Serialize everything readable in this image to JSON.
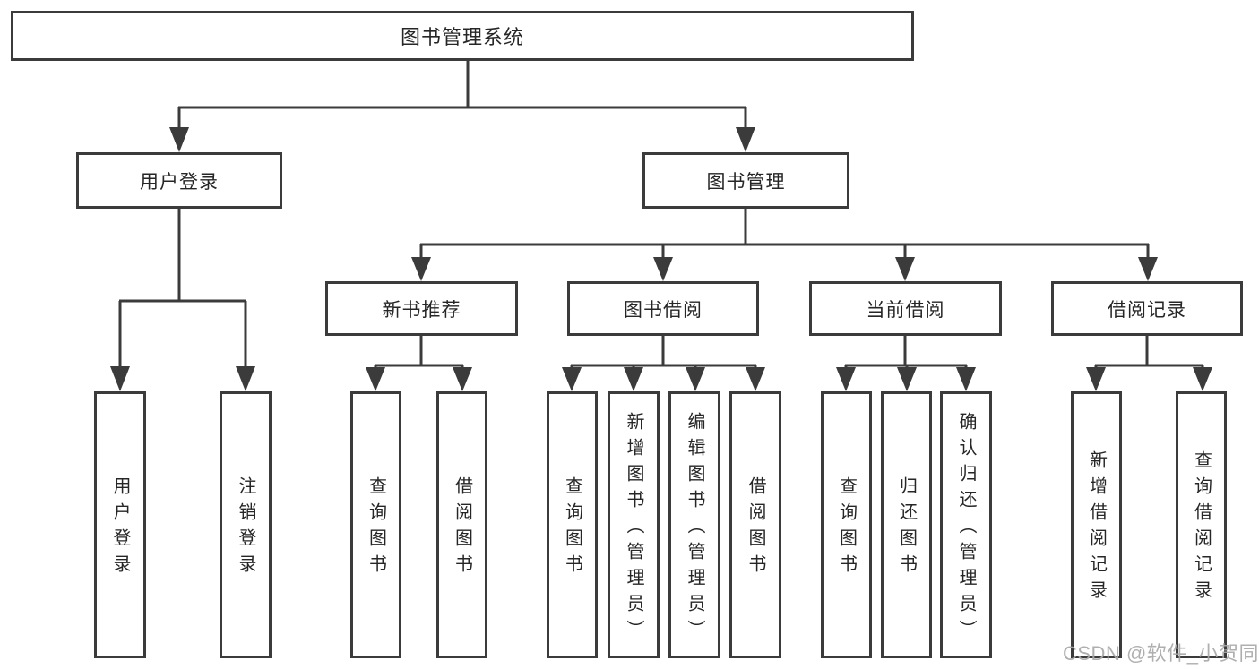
{
  "diagram": {
    "root": {
      "label": "图书管理系统"
    },
    "branches": [
      {
        "label": "用户登录",
        "children": [
          {
            "label": "用户登录"
          },
          {
            "label": "注销登录"
          }
        ]
      },
      {
        "label": "图书管理",
        "children": [
          {
            "label": "新书推荐",
            "children": [
              {
                "label": "查询图书"
              },
              {
                "label": "借阅图书"
              }
            ]
          },
          {
            "label": "图书借阅",
            "children": [
              {
                "label": "查询图书"
              },
              {
                "label": "新增图书（管理员）"
              },
              {
                "label": "编辑图书（管理员）"
              },
              {
                "label": "借阅图书"
              }
            ]
          },
          {
            "label": "当前借阅",
            "children": [
              {
                "label": "查询图书"
              },
              {
                "label": "归还图书"
              },
              {
                "label": "确认归还（管理员）"
              }
            ]
          },
          {
            "label": "借阅记录",
            "children": [
              {
                "label": "新增借阅记录"
              },
              {
                "label": "查询借阅记录"
              }
            ]
          }
        ]
      }
    ],
    "watermark": "CSDN @软件_小贺同学",
    "colors": {
      "line": "#3b3b3b",
      "text": "#262626",
      "background": "#ffffff",
      "watermark": "#a8a8a8"
    }
  }
}
